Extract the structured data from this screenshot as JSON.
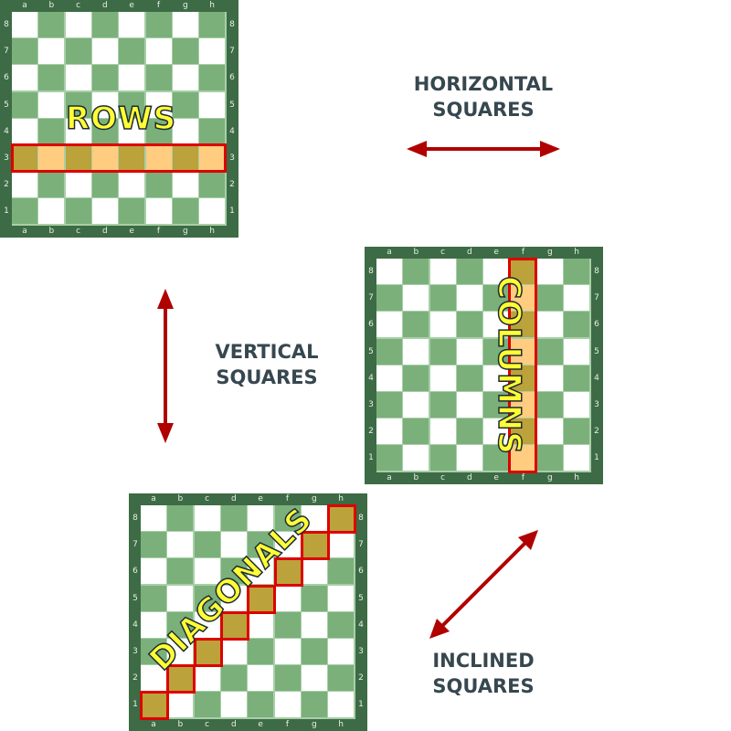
{
  "files": [
    "a",
    "b",
    "c",
    "d",
    "e",
    "f",
    "g",
    "h"
  ],
  "ranks": [
    "1",
    "2",
    "3",
    "4",
    "5",
    "6",
    "7",
    "8"
  ],
  "boards": {
    "rows": {
      "word": "ROWS",
      "highlight": "rank-3"
    },
    "columns": {
      "word": "COLUMNS",
      "highlight": "file-f"
    },
    "diagonals": {
      "word": "DIAGONALS",
      "highlight": "diagonal-a1-h8"
    }
  },
  "captions": {
    "horizontal": {
      "line1": "HORIZONTAL",
      "line2": "SQUARES"
    },
    "vertical": {
      "line1": "VERTICAL",
      "line2": "SQUARES"
    },
    "inclined": {
      "line1": "INCLINED",
      "line2": "SQUARES"
    }
  },
  "colors": {
    "frame": "#3d6b45",
    "dark": "#7bb07b",
    "light": "#ffffff",
    "gold": "#bba23a",
    "peach": "#ffcc80",
    "outline": "#dd0000",
    "arrow": "#b00000",
    "text": "#37474f"
  }
}
